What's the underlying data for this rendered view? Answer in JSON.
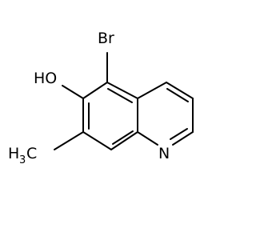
{
  "molecule": {
    "atom_labels": {
      "bromine": "Br",
      "hydroxyl": "HO",
      "nitrogen": "N",
      "methyl_h": "H",
      "methyl_subscript": "3",
      "methyl_c": "C"
    },
    "colors": {
      "bond": "#000000",
      "label": "#000000",
      "background": "#ffffff"
    }
  }
}
